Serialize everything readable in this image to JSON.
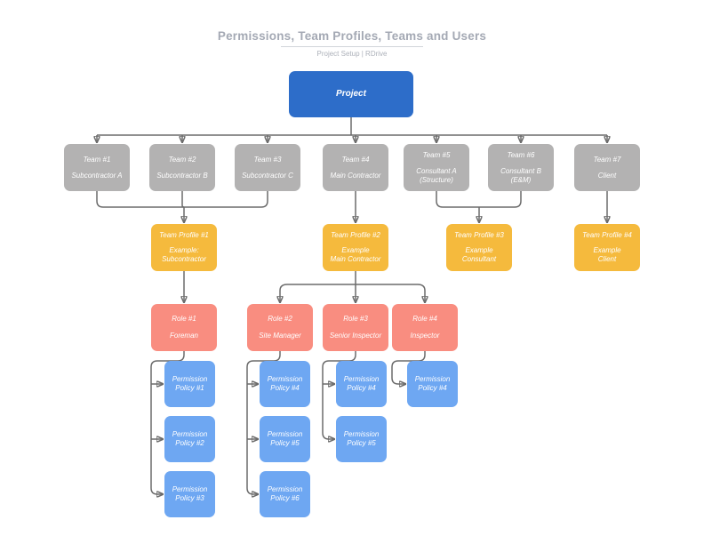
{
  "header": {
    "title": "Permissions, Team Profiles, Teams and Users",
    "subtitle": "Project Setup  |  RDrive"
  },
  "colors": {
    "project_blue": "#2d6dc9",
    "team_gray": "#b3b2b2",
    "profile_yellow": "#f5ba3d",
    "role_salmon": "#f98d80",
    "policy_blue": "#6ea7f2",
    "connector_gray": "#6b6b6b",
    "title_gray": "#a4a9b4"
  },
  "diagram": {
    "project": {
      "label": "Project"
    },
    "teams": [
      {
        "line1": "Team #1",
        "line2": "Subcontractor A"
      },
      {
        "line1": "Team #2",
        "line2": "Subcontractor B"
      },
      {
        "line1": "Team #3",
        "line2": "Subcontractor C"
      },
      {
        "line1": "Team #4",
        "line2": "Main Contractor"
      },
      {
        "line1": "Team #5",
        "line2": "Consultant A\n(Structure)"
      },
      {
        "line1": "Team #6",
        "line2": "Consultant B\n(E&M)"
      },
      {
        "line1": "Team #7",
        "line2": "Client"
      }
    ],
    "team_profiles": [
      {
        "line1": "Team Profile #1",
        "line2": "Example:\nSubcontractor"
      },
      {
        "line1": "Team Profile #2",
        "line2": "Example\nMain Contractor"
      },
      {
        "line1": "Team Profile #3",
        "line2": "Example\nConsultant"
      },
      {
        "line1": "Team Profile #4",
        "line2": "Example\nClient"
      }
    ],
    "roles": [
      {
        "line1": "Role #1",
        "line2": "Foreman"
      },
      {
        "line1": "Role #2",
        "line2": "Site Manager"
      },
      {
        "line1": "Role #3",
        "line2": "Senior Inspector"
      },
      {
        "line1": "Role #4",
        "line2": "Inspector"
      }
    ],
    "policy_columns": [
      {
        "policies": [
          "Permission\nPolicy #1",
          "Permission\nPolicy #2",
          "Permission\nPolicy #3"
        ]
      },
      {
        "policies": [
          "Permission\nPolicy #4",
          "Permission\nPolicy #5",
          "Permission\nPolicy #6"
        ]
      },
      {
        "policies": [
          "Permission\nPolicy #4",
          "Permission\nPolicy #5"
        ]
      },
      {
        "policies": [
          "Permission\nPolicy #4"
        ]
      }
    ]
  }
}
